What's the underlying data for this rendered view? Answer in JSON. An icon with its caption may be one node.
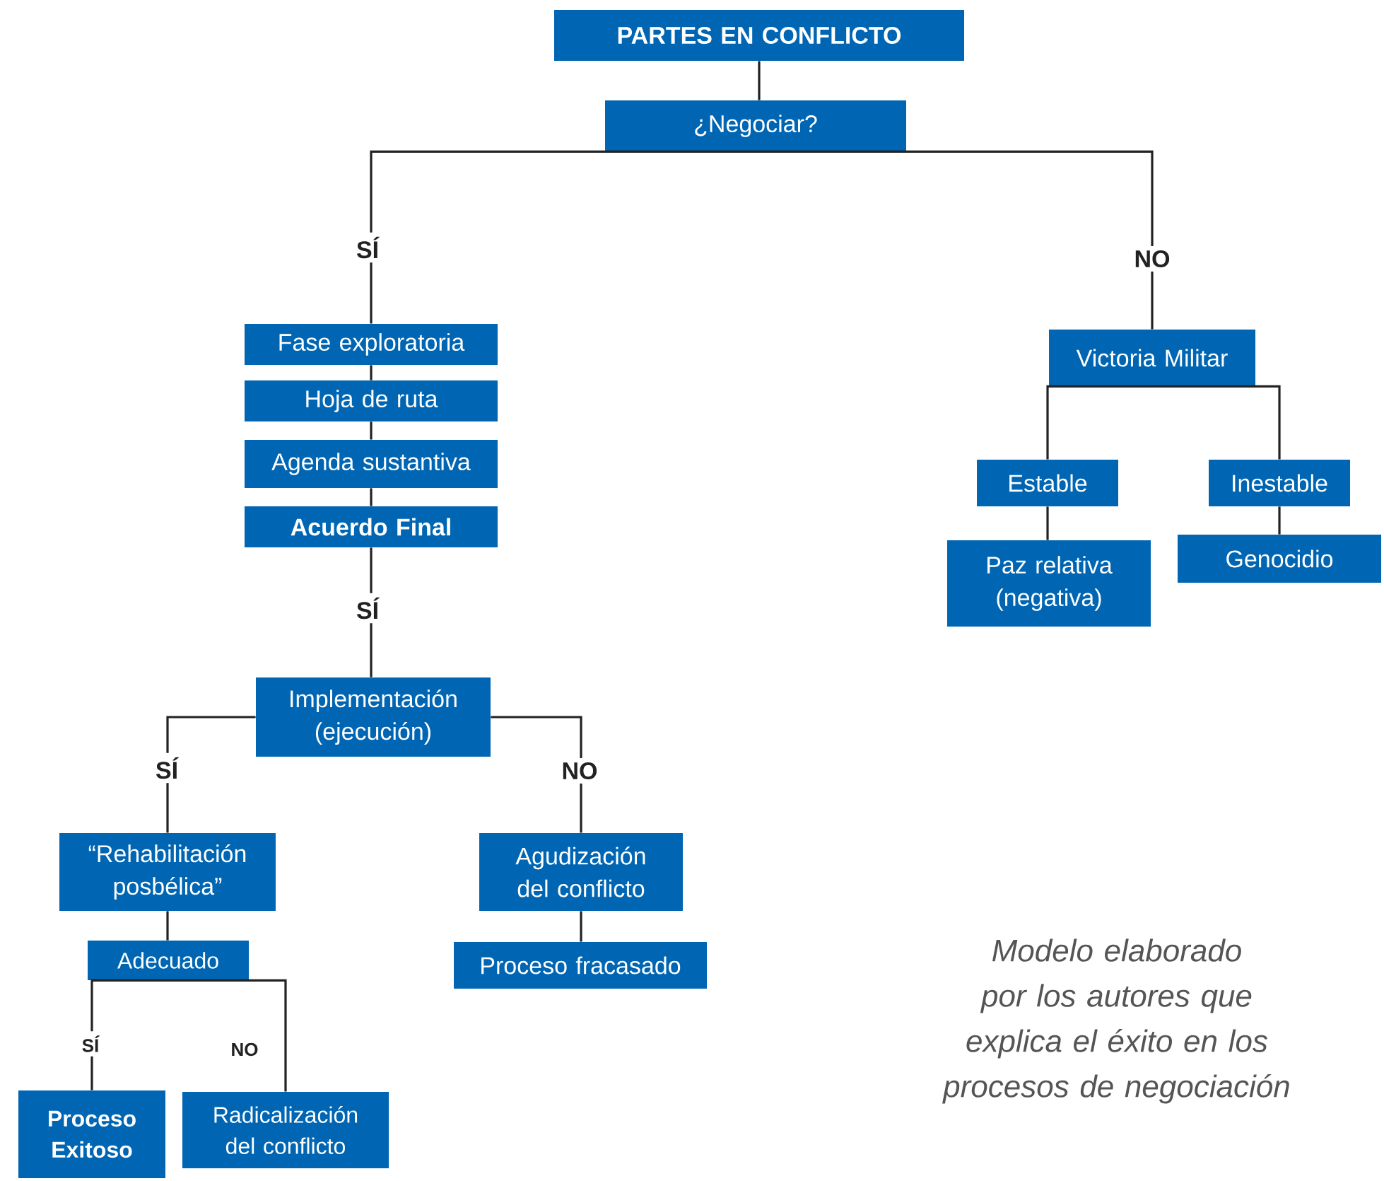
{
  "diagram": {
    "caption": "Modelo elaborado por los autores que explica el éxito en los procesos de negociación",
    "nodes": [
      {
        "text": [
          "PARTES EN CONFLICTO"
        ]
      },
      {
        "text": [
          "¿Negociar?"
        ]
      },
      {
        "text": [
          "Fase exploratoria"
        ]
      },
      {
        "text": [
          "Hoja de ruta"
        ]
      },
      {
        "text": [
          "Agenda sustantiva"
        ]
      },
      {
        "text": [
          "Acuerdo Final"
        ]
      },
      {
        "text": [
          "Implementación (ejecución)"
        ]
      },
      {
        "text": [
          "“Rehabilitación posbélica”"
        ]
      },
      {
        "text": [
          "Adecuado"
        ]
      },
      {
        "text": [
          "Proceso Exitoso"
        ]
      },
      {
        "text": [
          "Radicalización del conflicto"
        ]
      },
      {
        "text": [
          "Agudización del conflicto"
        ]
      },
      {
        "text": [
          "Proceso fracasado"
        ]
      },
      {
        "text": [
          "Victoria Militar"
        ]
      },
      {
        "text": [
          "Estable"
        ]
      },
      {
        "text": [
          "Inestable"
        ]
      },
      {
        "text": [
          "Paz relativa (negativa)"
        ]
      },
      {
        "text": [
          "Genocidio"
        ]
      }
    ],
    "edges": [
      {
        "from": 0,
        "to": 1,
        "arrow": "none"
      },
      {
        "from": 1,
        "to": 2,
        "arrow": "none",
        "label": "SÍ"
      },
      {
        "from": 1,
        "to": 13,
        "arrow": "none",
        "label": "NO"
      },
      {
        "from": 2,
        "to": 3,
        "arrow": "none"
      },
      {
        "from": 3,
        "to": 4,
        "arrow": "none"
      },
      {
        "from": 4,
        "to": 5,
        "arrow": "none"
      },
      {
        "from": 5,
        "to": 6,
        "arrow": "none",
        "label": "SÍ"
      },
      {
        "from": 6,
        "to": 7,
        "arrow": "none",
        "label": "SÍ"
      },
      {
        "from": 6,
        "to": 11,
        "arrow": "none",
        "label": "NO"
      },
      {
        "from": 7,
        "to": 8,
        "arrow": "none"
      },
      {
        "from": 8,
        "to": 9,
        "arrow": "none",
        "label": "SÍ"
      },
      {
        "from": 8,
        "to": 10,
        "arrow": "none",
        "label": "NO"
      },
      {
        "from": 11,
        "to": 12,
        "arrow": "none"
      },
      {
        "from": 13,
        "to": 14,
        "arrow": "none"
      },
      {
        "from": 13,
        "to": 15,
        "arrow": "none"
      },
      {
        "from": 14,
        "to": 16,
        "arrow": "none"
      },
      {
        "from": 15,
        "to": 17,
        "arrow": "none"
      }
    ]
  }
}
